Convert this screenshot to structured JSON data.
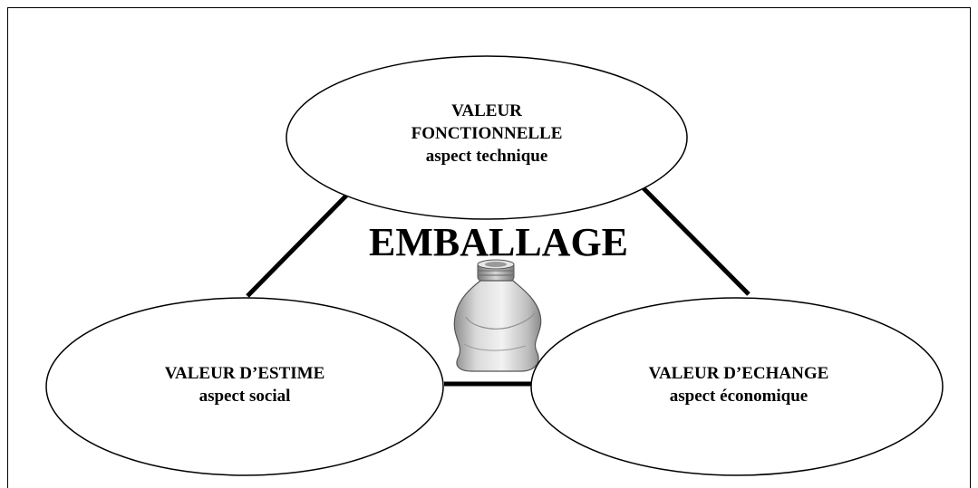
{
  "center": {
    "title": "EMBALLAGE",
    "icon": "plastic-bottle-icon"
  },
  "nodes": {
    "top": {
      "line1": "VALEUR",
      "line2": "FONCTIONNELLE",
      "line3": "aspect technique"
    },
    "left": {
      "line1": "VALEUR D’ESTIME",
      "line2": "aspect social"
    },
    "right": {
      "line1": "VALEUR D’ECHANGE",
      "line2": "aspect économique"
    }
  }
}
